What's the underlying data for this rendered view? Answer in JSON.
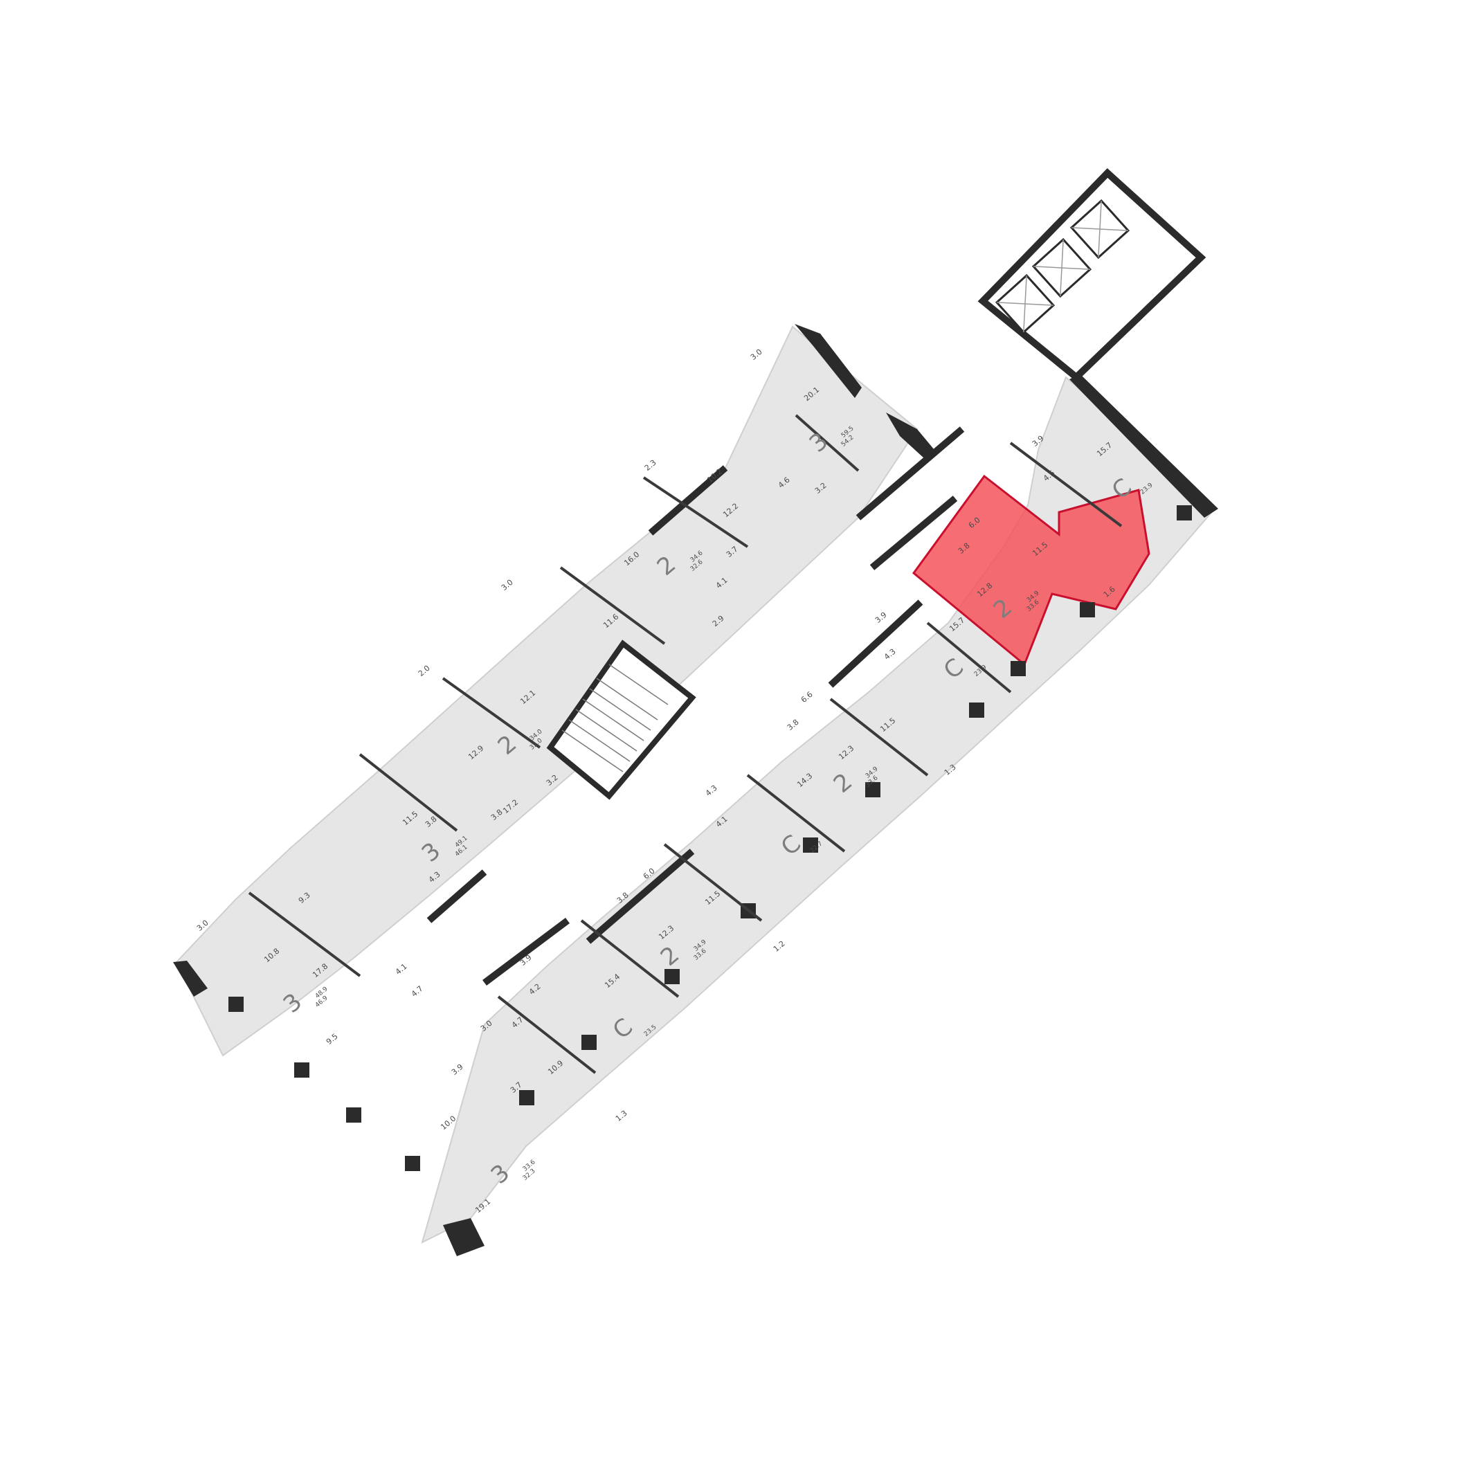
{
  "colors": {
    "wall": "#2b2b2b",
    "slab": "#e4e4e4",
    "slab_edge": "#c9c9c9",
    "highlight": "#f4545c",
    "highlight_edge": "#c8102e",
    "room_text": "#4a4a4a",
    "unit_type_text": "#7d7d7d"
  },
  "icons": [
    "elevator-icon",
    "staircase-icon",
    "window-icon",
    "door-icon"
  ],
  "units_left": [
    {
      "id": "L1",
      "type": "3",
      "areas": [
        "59.5",
        "54.2"
      ],
      "rooms": [
        "3.0",
        "20.1",
        "4.6",
        "3.2"
      ],
      "highlighted": false
    },
    {
      "id": "L2",
      "type": "2",
      "areas": [
        "34.6",
        "32.6"
      ],
      "rooms": [
        "2.3",
        "10.2",
        "12.2",
        "3.7",
        "16.0",
        "4.1",
        "2.9"
      ],
      "highlighted": false
    },
    {
      "id": "L3",
      "type": "2",
      "areas": [
        "34.0",
        "32.0"
      ],
      "rooms": [
        "3.0",
        "11.6",
        "12.1",
        "12.9",
        "3.2",
        "3.8"
      ],
      "highlighted": false
    },
    {
      "id": "L4",
      "type": "3",
      "areas": [
        "49.1",
        "46.1"
      ],
      "rooms": [
        "2.0",
        "11.5",
        "17.2",
        "4.3",
        "3.8"
      ],
      "highlighted": false
    },
    {
      "id": "L5",
      "type": "3",
      "areas": [
        "48.9",
        "46.9"
      ],
      "rooms": [
        "3.0",
        "9.3",
        "10.8",
        "17.8",
        "4.1",
        "9.5",
        "4.7"
      ],
      "highlighted": false
    },
    {
      "id": "L6",
      "type": "3",
      "areas": [
        "33.6",
        "32.3"
      ],
      "rooms": [
        "3.0",
        "3.9",
        "3.7",
        "10.0",
        "19.1"
      ],
      "highlighted": false
    }
  ],
  "units_right": [
    {
      "id": "R1",
      "type": "С",
      "areas": [
        "23.9"
      ],
      "rooms": [
        "3.9",
        "15.7",
        "4.5"
      ],
      "highlighted": false
    },
    {
      "id": "R2",
      "type": "2",
      "areas": [
        "34.9",
        "33.6"
      ],
      "rooms": [
        "6.0",
        "3.8",
        "11.5",
        "12.8",
        "1.6"
      ],
      "highlighted": true
    },
    {
      "id": "R3",
      "type": "С",
      "areas": [
        "23.9"
      ],
      "rooms": [
        "3.9",
        "15.7",
        "4.3"
      ],
      "highlighted": false
    },
    {
      "id": "R4",
      "type": "2",
      "areas": [
        "34.9",
        "33.6"
      ],
      "rooms": [
        "6.6",
        "3.8",
        "11.5",
        "12.3",
        "1.3"
      ],
      "highlighted": false
    },
    {
      "id": "R5",
      "type": "С",
      "areas": [
        "22.7"
      ],
      "rooms": [
        "4.3",
        "4.1",
        "14.3"
      ],
      "highlighted": false
    },
    {
      "id": "R6",
      "type": "2",
      "areas": [
        "34.9",
        "33.6"
      ],
      "rooms": [
        "6.0",
        "3.8",
        "11.5",
        "12.3",
        "1.2"
      ],
      "highlighted": false
    },
    {
      "id": "R7",
      "type": "С",
      "areas": [
        "23.5"
      ],
      "rooms": [
        "3.9",
        "4.2",
        "15.4",
        "4.7",
        "10.9",
        "1.3"
      ],
      "highlighted": false
    }
  ]
}
